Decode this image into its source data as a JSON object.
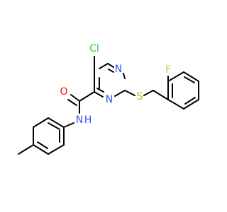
{
  "molecule": {
    "atoms": {
      "cl": {
        "text": "Cl",
        "color": "#33CC33"
      },
      "n_ring_top": {
        "text": "N",
        "color": "#3050F8"
      },
      "n_ring_bottom": {
        "text": "N",
        "color": "#3050F8"
      },
      "o": {
        "text": "O",
        "color": "#FF0D0D"
      },
      "nh": {
        "text": "N",
        "color": "#3050F8"
      },
      "nh_h": {
        "text": "H",
        "color": "#3050F8"
      },
      "s": {
        "text": "S",
        "color": "#CCB800"
      },
      "f": {
        "text": "F",
        "color": "#90E050"
      }
    }
  }
}
